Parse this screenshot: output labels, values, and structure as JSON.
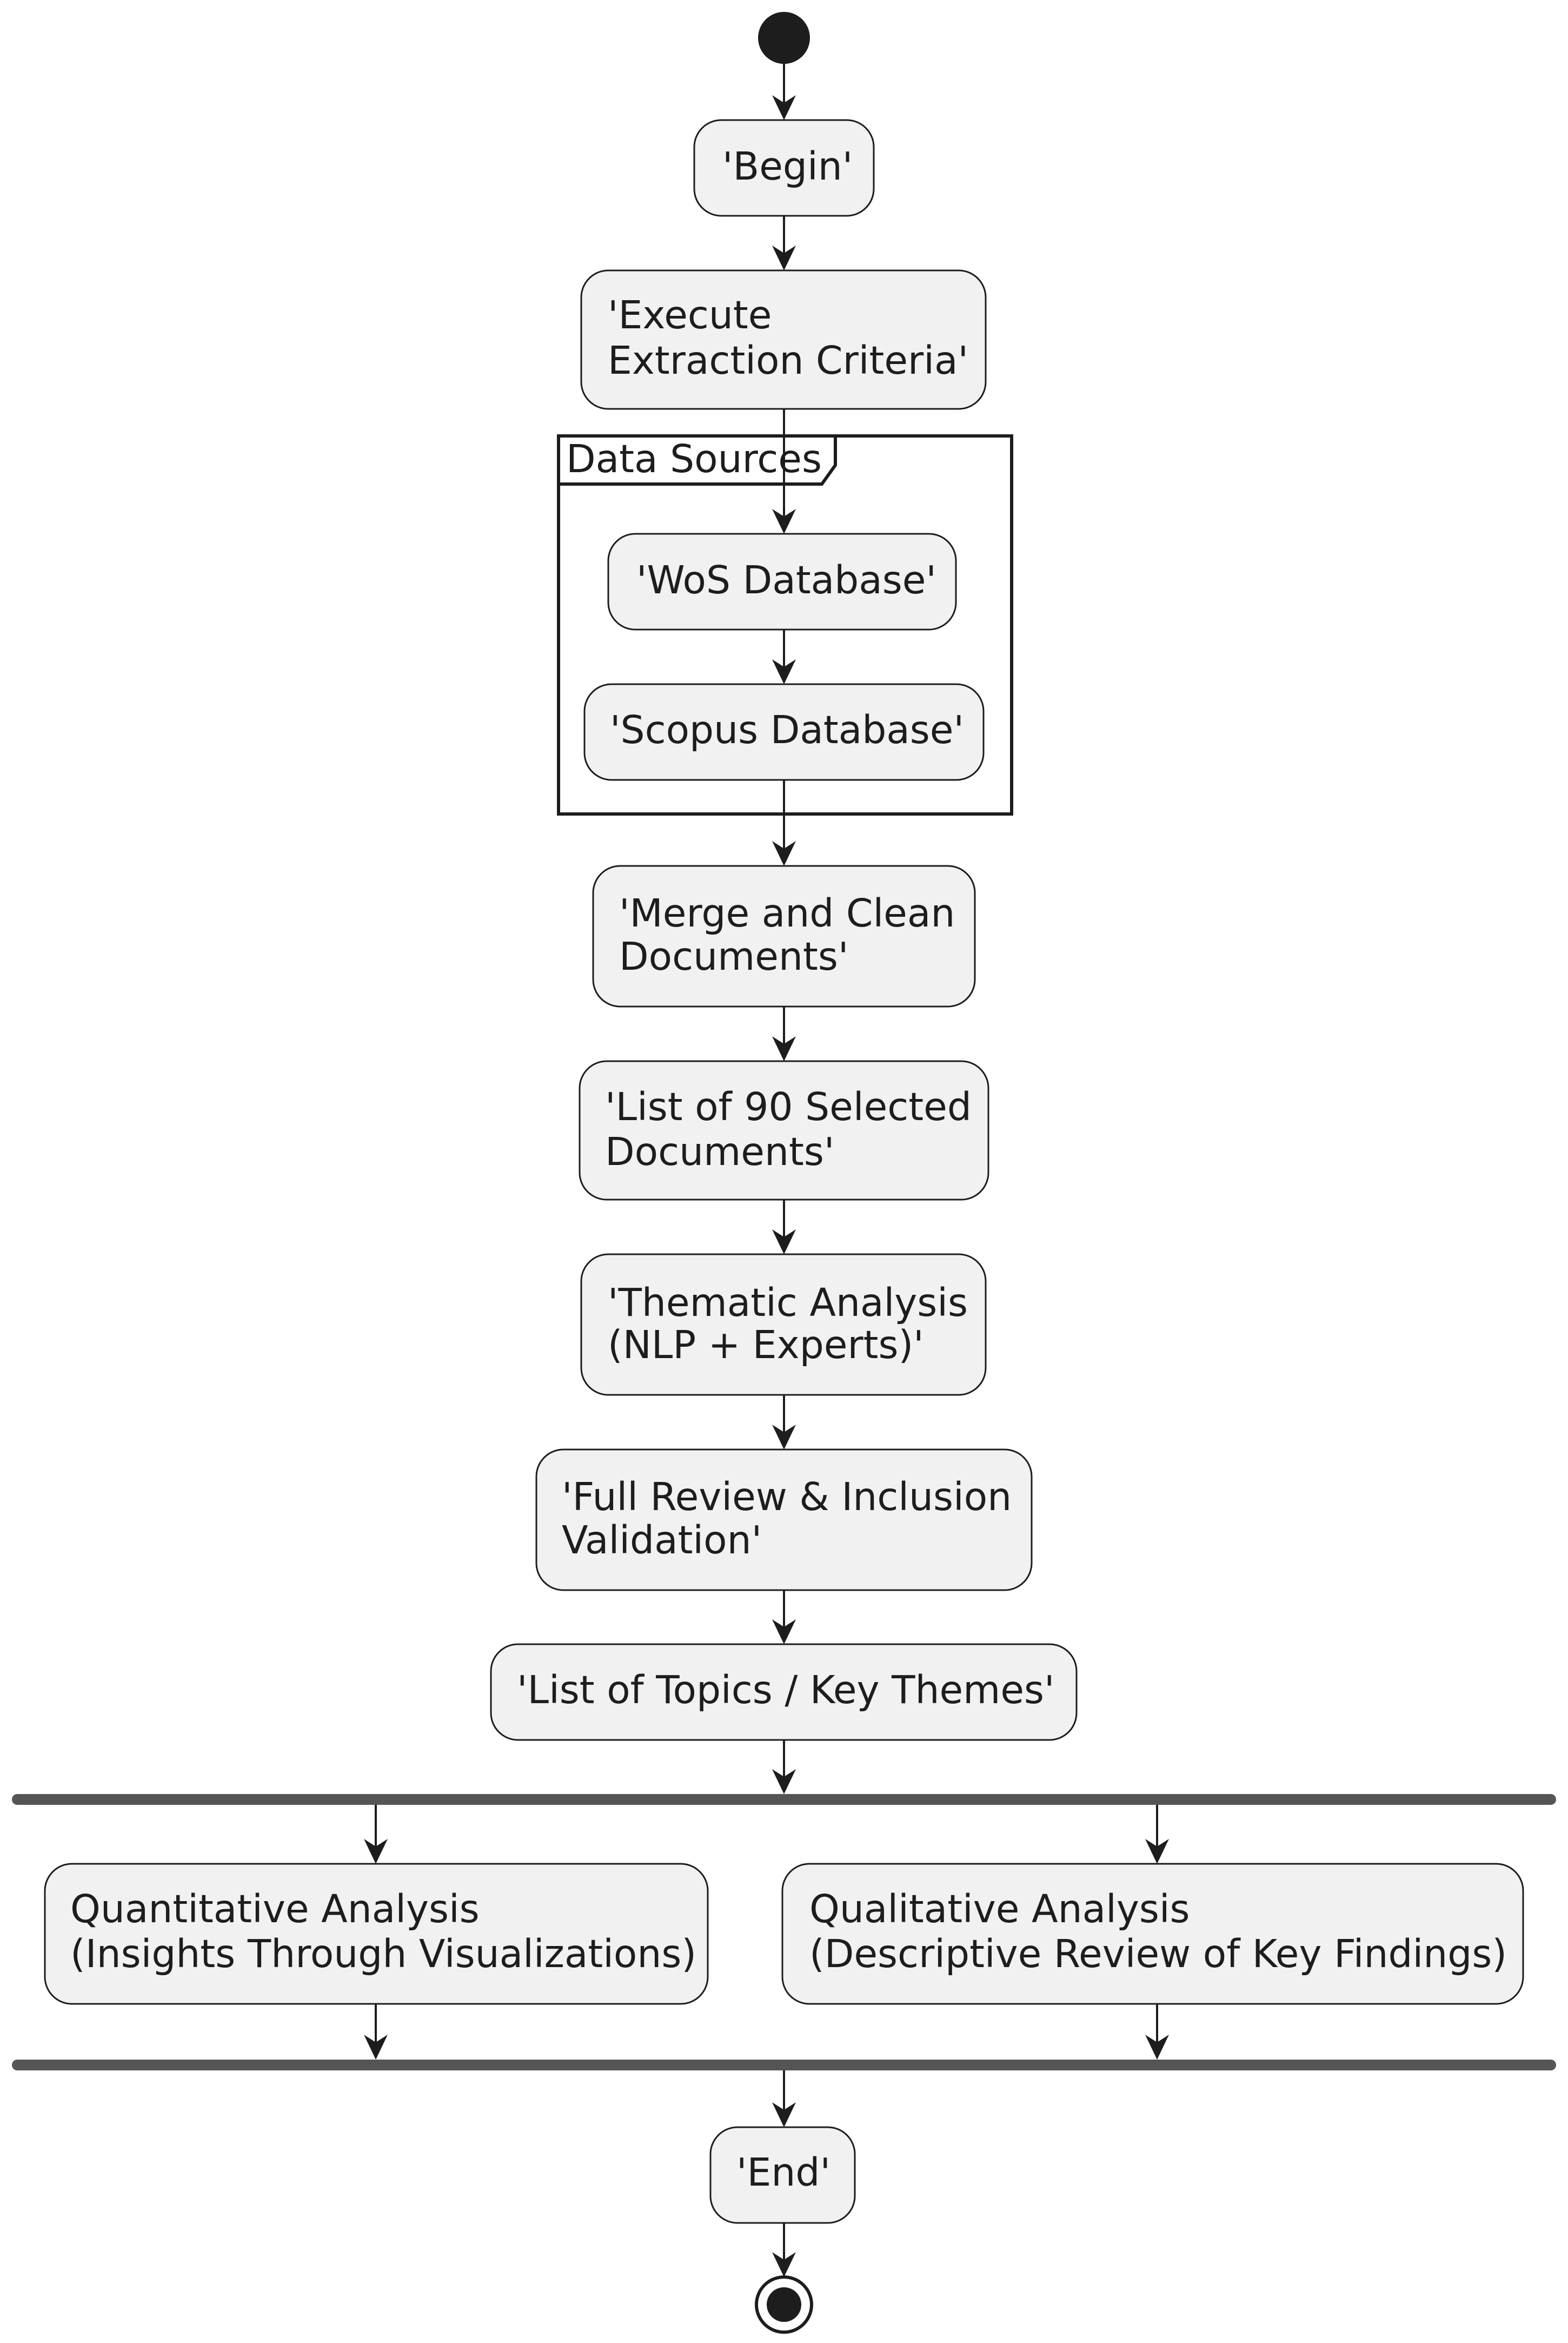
{
  "diagram": {
    "group_label": "Data Sources",
    "nodes": {
      "begin": [
        "'Begin'"
      ],
      "execute": [
        "'Execute",
        "Extraction Criteria'"
      ],
      "wos": [
        "'WoS Database'"
      ],
      "scopus": [
        "'Scopus Database'"
      ],
      "merge": [
        "'Merge and Clean",
        "Documents'"
      ],
      "list90": [
        "'List of 90 Selected",
        "Documents'"
      ],
      "thematic": [
        "'Thematic Analysis",
        "(NLP + Experts)'"
      ],
      "review": [
        "'Full Review & Inclusion",
        "Validation'"
      ],
      "topics": [
        "'List of Topics / Key Themes'"
      ],
      "quant": [
        "Quantitative Analysis",
        "(Insights Through Visualizations)"
      ],
      "qual": [
        "Qualitative Analysis",
        "(Descriptive Review of Key Findings)"
      ],
      "end": [
        "'End'"
      ]
    }
  }
}
